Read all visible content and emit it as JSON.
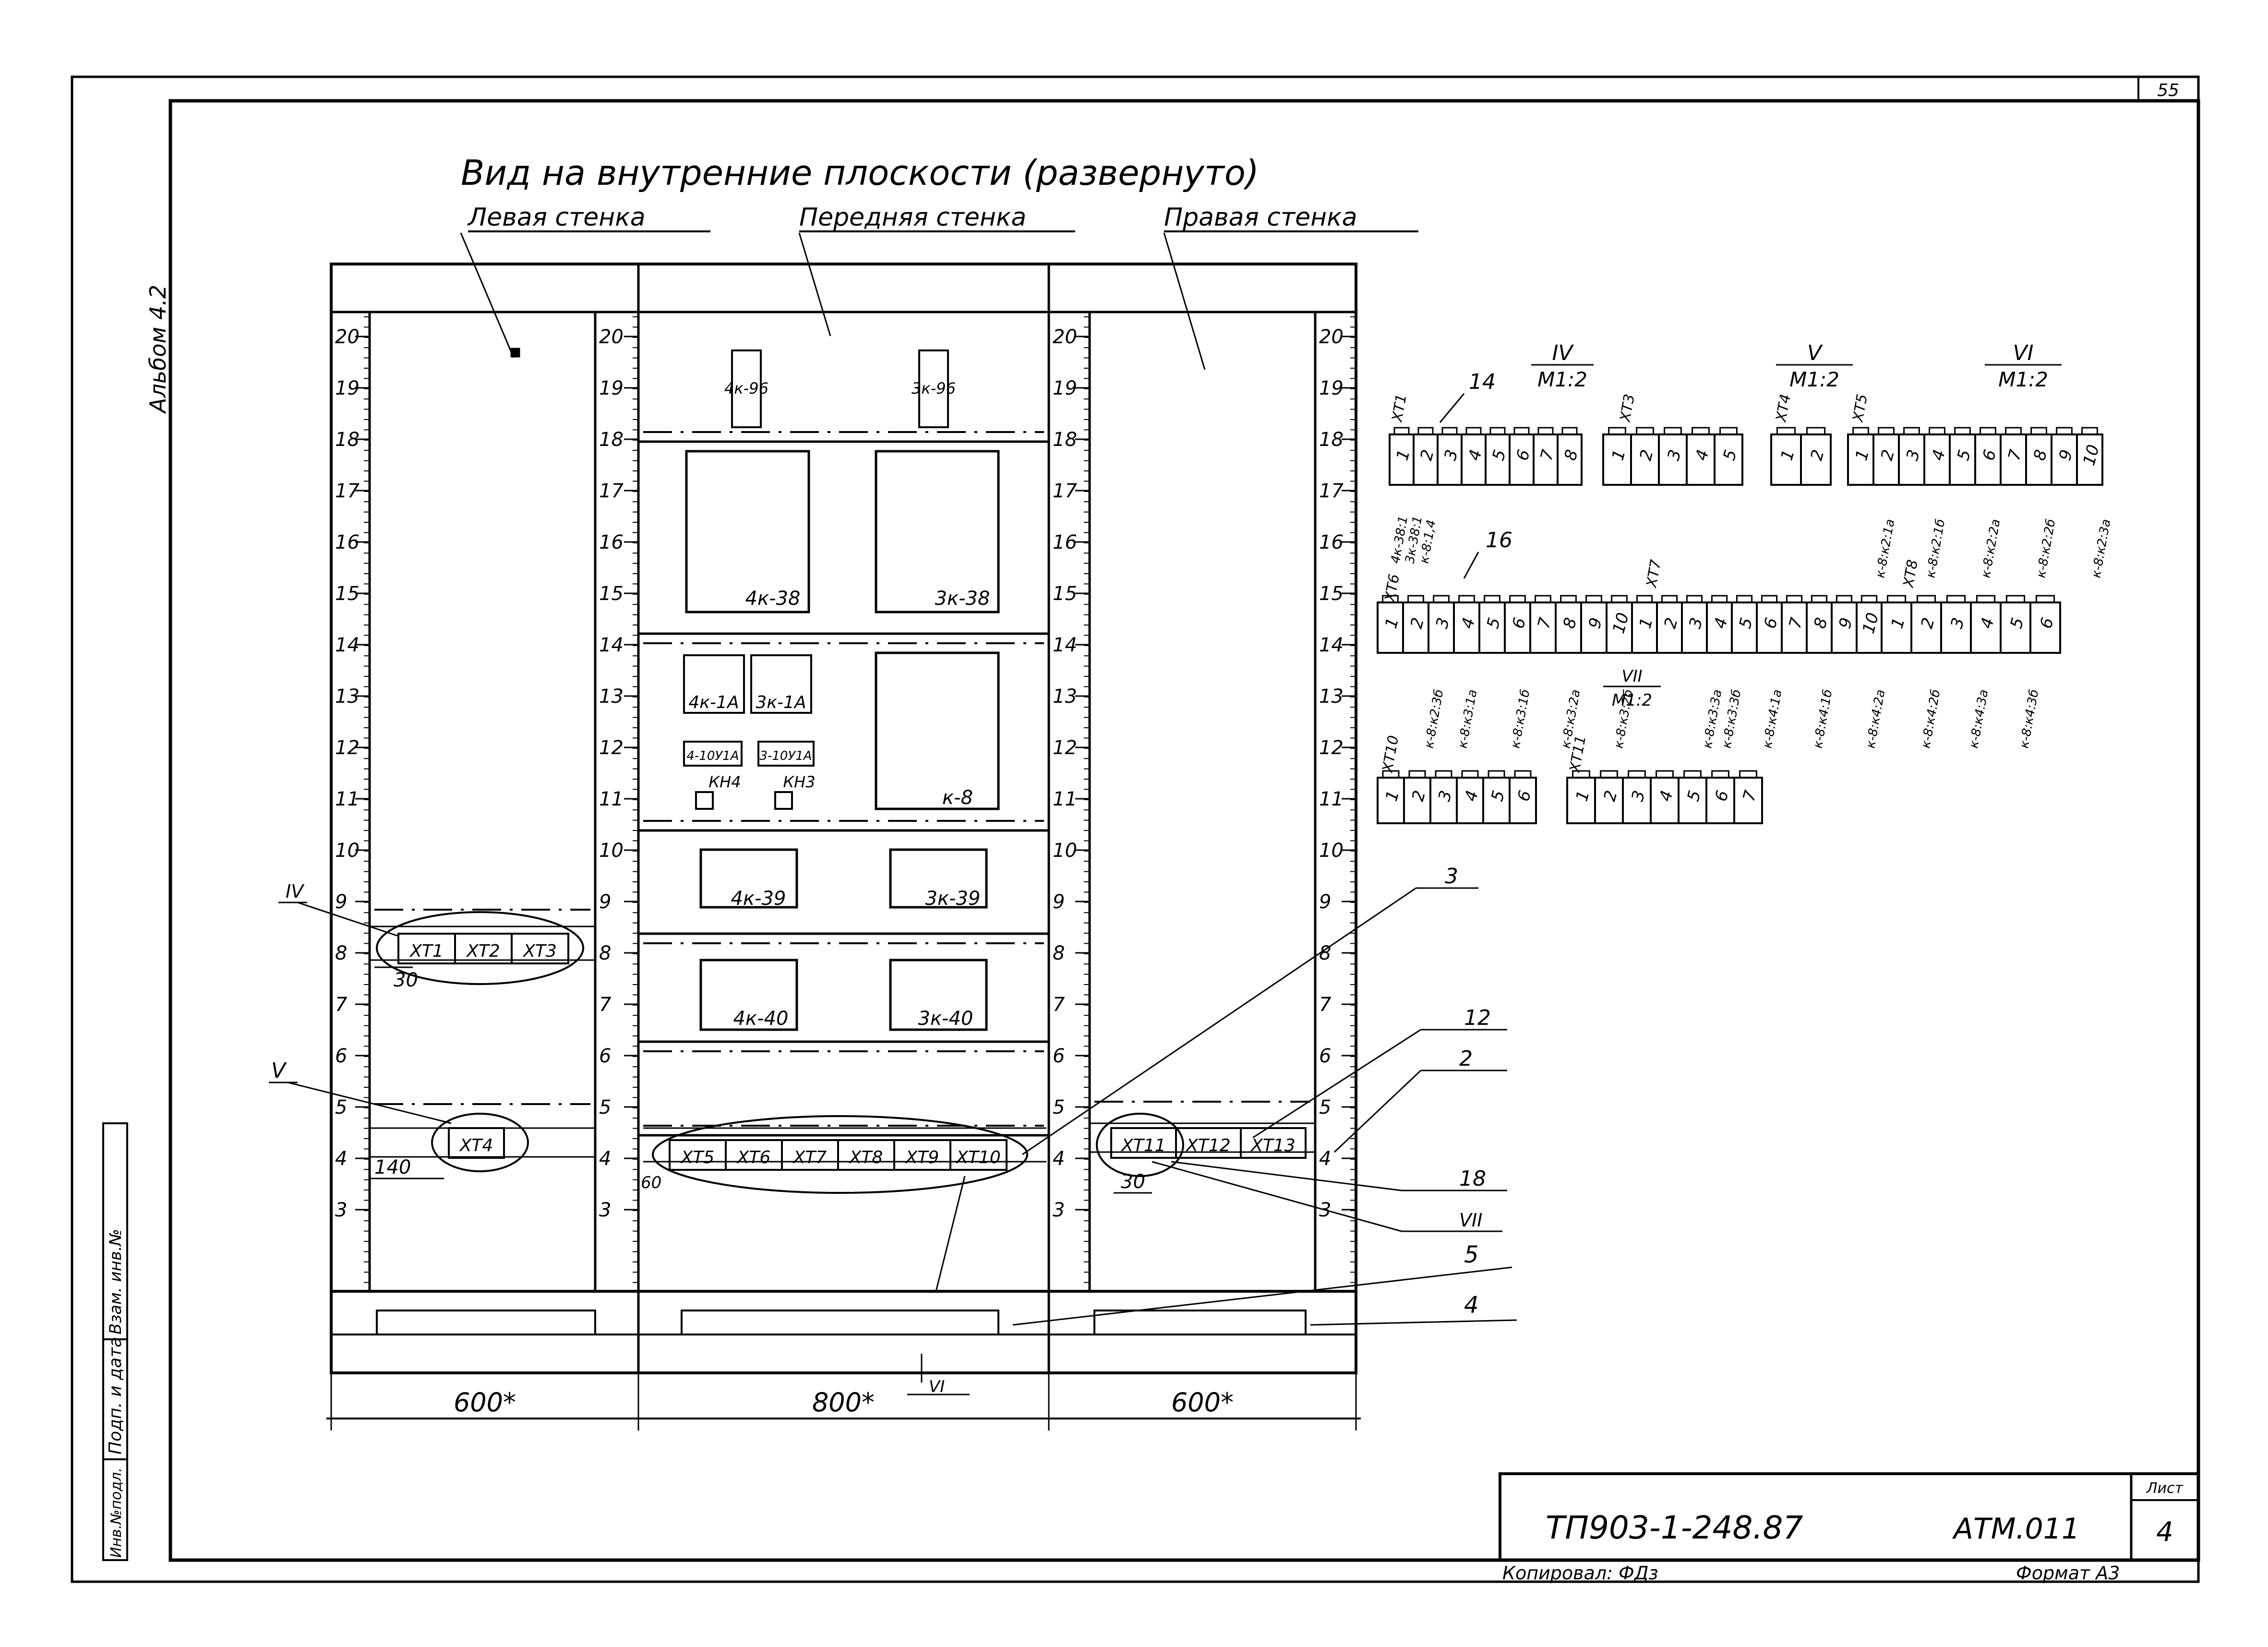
{
  "sheet": {
    "page_number": "55",
    "album": "Альбом 4.2",
    "title": "Вид на внутренние плоскости (развернуто)",
    "copied": "Копировал: ФДз",
    "format": "Формат А3"
  },
  "side_stamp": [
    "Инв.№подл.",
    "Подп. и дата",
    "Взам. инв.№"
  ],
  "walls": {
    "left": "Левая стенка",
    "front": "Передняя стенка",
    "right": "Правая стенка"
  },
  "rail_numbers": [
    "3",
    "4",
    "5",
    "6",
    "7",
    "8",
    "9",
    "10",
    "11",
    "12",
    "13",
    "14",
    "15",
    "16",
    "17",
    "18",
    "19",
    "20"
  ],
  "devices": {
    "d4k96": "4к-96",
    "d3k96": "3к-96",
    "d4k38": "4к-38",
    "d3k38": "3к-38",
    "d4k1a": "4к-1А",
    "d3k1a": "3к-1А",
    "dk8": "к-8",
    "d4k10": "4-10У1А",
    "d3k10": "3-10У1А",
    "kn4": "КН4",
    "kn3": "КН3",
    "d4k39": "4к-39",
    "d3k39": "3к-39",
    "d4k40": "4к-40",
    "d3k40": "3к-40"
  },
  "terminal_groups": {
    "left_upper": [
      "ХТ1",
      "ХТ2",
      "ХТ3"
    ],
    "left_lower": [
      "ХТ4"
    ],
    "front": [
      "ХТ5",
      "ХТ6",
      "ХТ7",
      "ХТ8",
      "ХТ9",
      "ХТ10"
    ],
    "right": [
      "ХТ11",
      "ХТ12",
      "ХТ13"
    ]
  },
  "views": {
    "iv": {
      "label": "IV",
      "scale": "М1:2"
    },
    "v": {
      "label": "V",
      "scale": "М1:2"
    },
    "vi": {
      "label": "VI",
      "scale": "М1:2"
    },
    "vii": {
      "label": "VII",
      "scale": "М1:2"
    }
  },
  "callouts": [
    "3",
    "12",
    "2",
    "18",
    "VII",
    "5",
    "4",
    "14",
    "16",
    "IV",
    "V",
    "VI"
  ],
  "dimensions": {
    "w_left": "600*",
    "w_front": "800*",
    "w_right": "600*",
    "d30a": "30",
    "d140": "140",
    "d60": "60",
    "d30b": "30"
  },
  "strip1": {
    "xt1_label": "ХТ1",
    "xt1_cells": [
      "1",
      "2",
      "3",
      "4",
      "5",
      "6",
      "7",
      "8"
    ],
    "xt1_wires": [
      "4к-38:1",
      "3к-38:1",
      "к-8:1,4"
    ],
    "xt3_label": "ХТ3",
    "xt3_cells": [
      "1",
      "2",
      "3",
      "4",
      "5"
    ],
    "xt4_label": "ХТ4",
    "xt4_cells": [
      "1",
      "2"
    ],
    "xt5_label": "ХТ5",
    "xt5_cells": [
      "1",
      "2",
      "3",
      "4",
      "5",
      "6",
      "7",
      "8",
      "9",
      "10"
    ],
    "xt5_wires": [
      "к-8:к2:1а",
      "к-8:к2:1б",
      "к-8:к2:2а",
      "к-8:к2:2б",
      "к-8:к2:3а"
    ]
  },
  "strip2": {
    "xt6_label": "ХТ6",
    "xt6_cells": [
      "1",
      "2",
      "3",
      "4",
      "5",
      "6",
      "7",
      "8",
      "9",
      "10"
    ],
    "xt7_label": "ХТ7",
    "xt7_cells": [
      "1",
      "2",
      "3",
      "4",
      "5",
      "6",
      "7",
      "8",
      "9",
      "10"
    ],
    "xt8_label": "ХТ8",
    "xt8_cells": [
      "1",
      "2",
      "3",
      "4",
      "5",
      "6"
    ],
    "wires": [
      "к-8:к2:3б",
      "к-8:к3:1а",
      "к-8:к3:1б",
      "к-8:к3:2а",
      "к-8:к3:2б",
      "к-8:к3:3а",
      "к-8:к3:3б",
      "к-8:к4:1а",
      "к-8:к4:1б",
      "к-8:к4:2а",
      "к-8:к4:2б",
      "к-8:к4:3а",
      "к-8:к4:3б"
    ]
  },
  "strip3": {
    "xt10_label": "ХТ10",
    "xt10_cells": [
      "1",
      "2",
      "3",
      "4",
      "5",
      "6"
    ],
    "xt11_label": "ХТ11",
    "xt11_cells": [
      "1",
      "2",
      "3",
      "4",
      "5",
      "6",
      "7"
    ]
  },
  "title_block": {
    "code": "ТП903-1-248.87",
    "mark": "АТМ.011",
    "sheet_label": "Лист",
    "sheet_no": "4"
  }
}
